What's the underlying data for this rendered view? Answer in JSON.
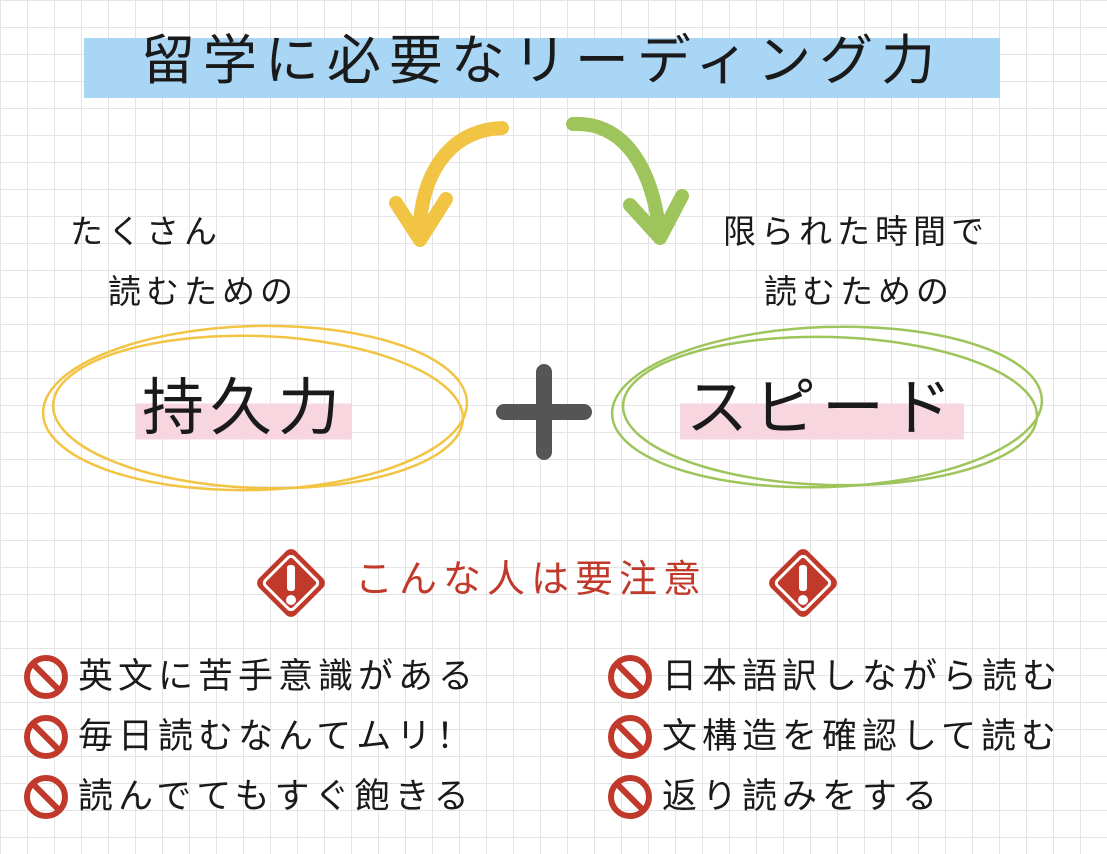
{
  "title": "留学に必要なリーディング力",
  "left": {
    "caption_line1": "たくさん",
    "caption_line2": "読むための",
    "label": "持久力",
    "color": "#f2c443"
  },
  "right": {
    "caption_line1": "限られた時間で",
    "caption_line2": "読むための",
    "label": "スピード",
    "color": "#9ec45c"
  },
  "plus_color": "#555555",
  "highlight_color": "#f7d6e0",
  "title_bar_color": "#a9d6f5",
  "warning": {
    "text": "こんな人は要注意",
    "icon": "warning-diamond-icon",
    "color": "#c0392b"
  },
  "items_left": [
    "英文に苦手意識がある",
    "毎日読むなんてムリ！",
    "読んでてもすぐ飽きる"
  ],
  "items_right": [
    "日本語訳しながら読む",
    "文構造を確認して読む",
    "返り読みをする"
  ],
  "item_icon": "no-symbol-icon"
}
